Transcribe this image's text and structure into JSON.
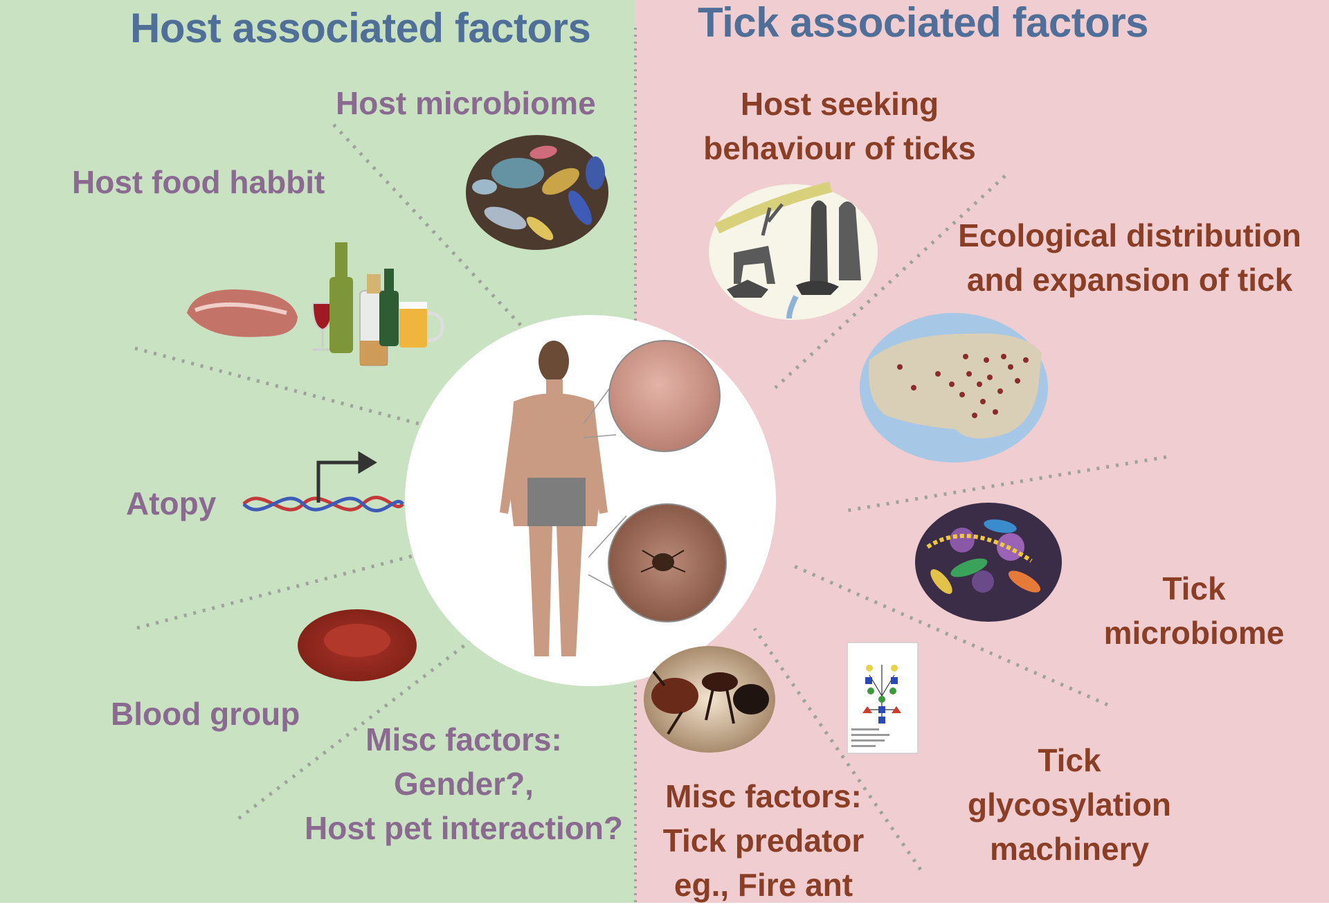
{
  "colors": {
    "left_bg": "#c9e2c1",
    "right_bg": "#efcdd1",
    "title": "#4f6f99",
    "host_label": "#8b6a92",
    "tick_label": "#8a3e25",
    "divider": "#9ea29a"
  },
  "left": {
    "title": "Host associated  factors",
    "labels": {
      "microbiome": "Host microbiome",
      "food": "Host food habbit",
      "atopy": "Atopy",
      "blood": "Blood group",
      "misc_1": "Misc factors:",
      "misc_2": "Gender?,",
      "misc_3": "Host pet interaction?"
    }
  },
  "right": {
    "title": "Tick associated factors",
    "labels": {
      "seeking_1": "Host seeking",
      "seeking_2": "behaviour of ticks",
      "eco_1": "Ecological distribution",
      "eco_2": "and expansion of tick",
      "micro_1": "Tick",
      "micro_2": "microbiome",
      "glyco_1": "Tick",
      "glyco_2": "glycosylation",
      "glyco_3": "machinery",
      "misc_1": "Misc factors:",
      "misc_2": "Tick predator",
      "misc_3": "eg., Fire ant"
    }
  },
  "icons": {
    "center": "human-body-icon",
    "skin": "skin-closeup-icon",
    "tick_bite": "tick-bite-icon",
    "microbes": "microbes-icon",
    "food": "meat-and-alcohol-icon",
    "dna": "dna-icon",
    "rbc": "red-blood-cell-icon",
    "animals": "wildlife-and-people-icon",
    "map": "usa-map-icon",
    "tick_microbes": "tick-microbes-icon",
    "glycan": "glycan-diagram-icon",
    "fire_ant": "fire-ant-icon"
  }
}
